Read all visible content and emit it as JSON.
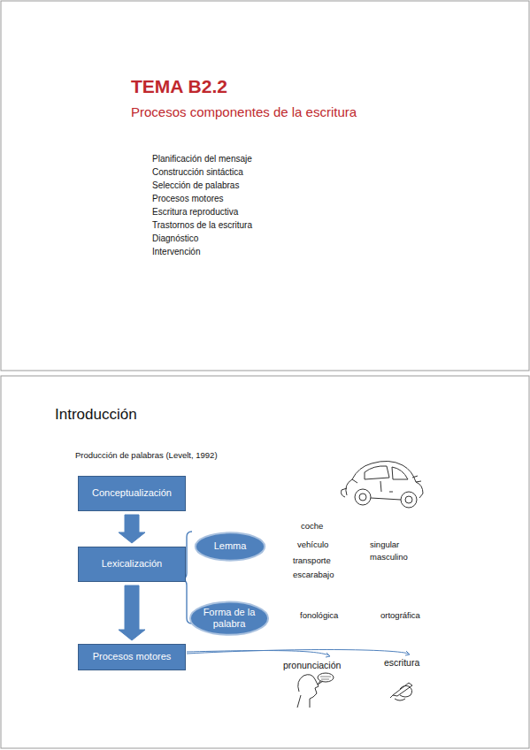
{
  "diagram": {
    "title": "TEMA B2.2",
    "nodes": [
      {
        "text": [
          "Conceptualización"
        ]
      },
      {
        "text": [
          "Lexicalización"
        ]
      },
      {
        "text": [
          "Lemma"
        ]
      },
      {
        "text": [
          "Forma de la palabra"
        ]
      },
      {
        "text": [
          "Procesos motores"
        ]
      }
    ],
    "edges": [
      {
        "from": 0,
        "to": 1,
        "arrow": "to"
      },
      {
        "from": 1,
        "to": 4,
        "arrow": "to"
      }
    ],
    "labels": [
      "Procesos componentes de la escritura",
      "Planificación del mensaje",
      "Construcción sintáctica",
      "Selección de palabras",
      "Procesos motores",
      "Escritura reproductiva",
      "Trastornos de la escritura",
      "Diagnóstico",
      "Intervención",
      "Introducción",
      "Producción de palabras (Levelt, 1992)",
      "coche",
      "vehículo",
      "transporte",
      "escarabajo",
      "singular",
      "masculino",
      "fonológica",
      "ortográfica",
      "pronunciación",
      "escritura"
    ]
  }
}
